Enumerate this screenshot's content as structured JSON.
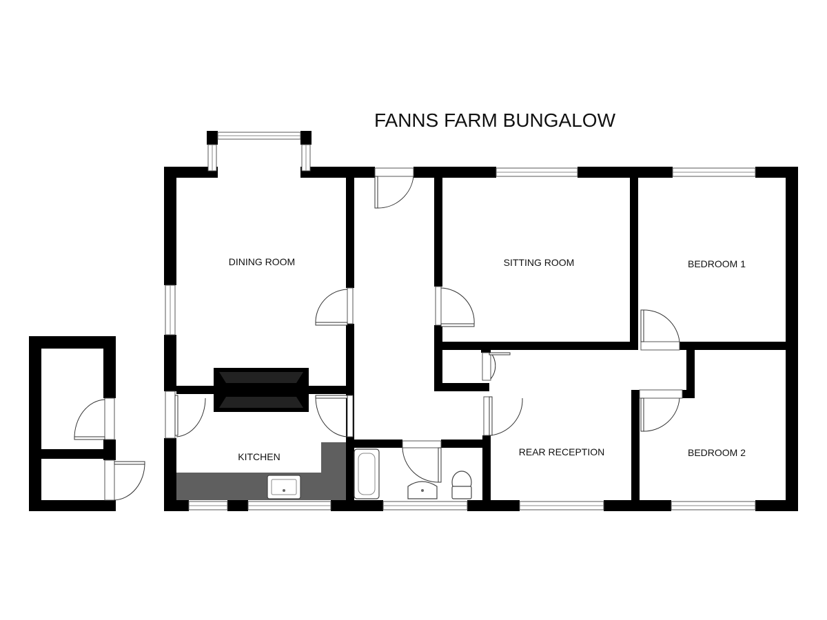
{
  "title": "FANNS FARM BUNGALOW",
  "rooms": {
    "dining": "DINING ROOM",
    "sitting": "SITTING ROOM",
    "bedroom1": "BEDROOM 1",
    "kitchen": "KITCHEN",
    "rear_reception": "REAR RECEPTION",
    "bedroom2": "BEDROOM 2"
  },
  "colors": {
    "wall": "#000000",
    "counter": "#5f5f5f",
    "background": "#ffffff"
  }
}
